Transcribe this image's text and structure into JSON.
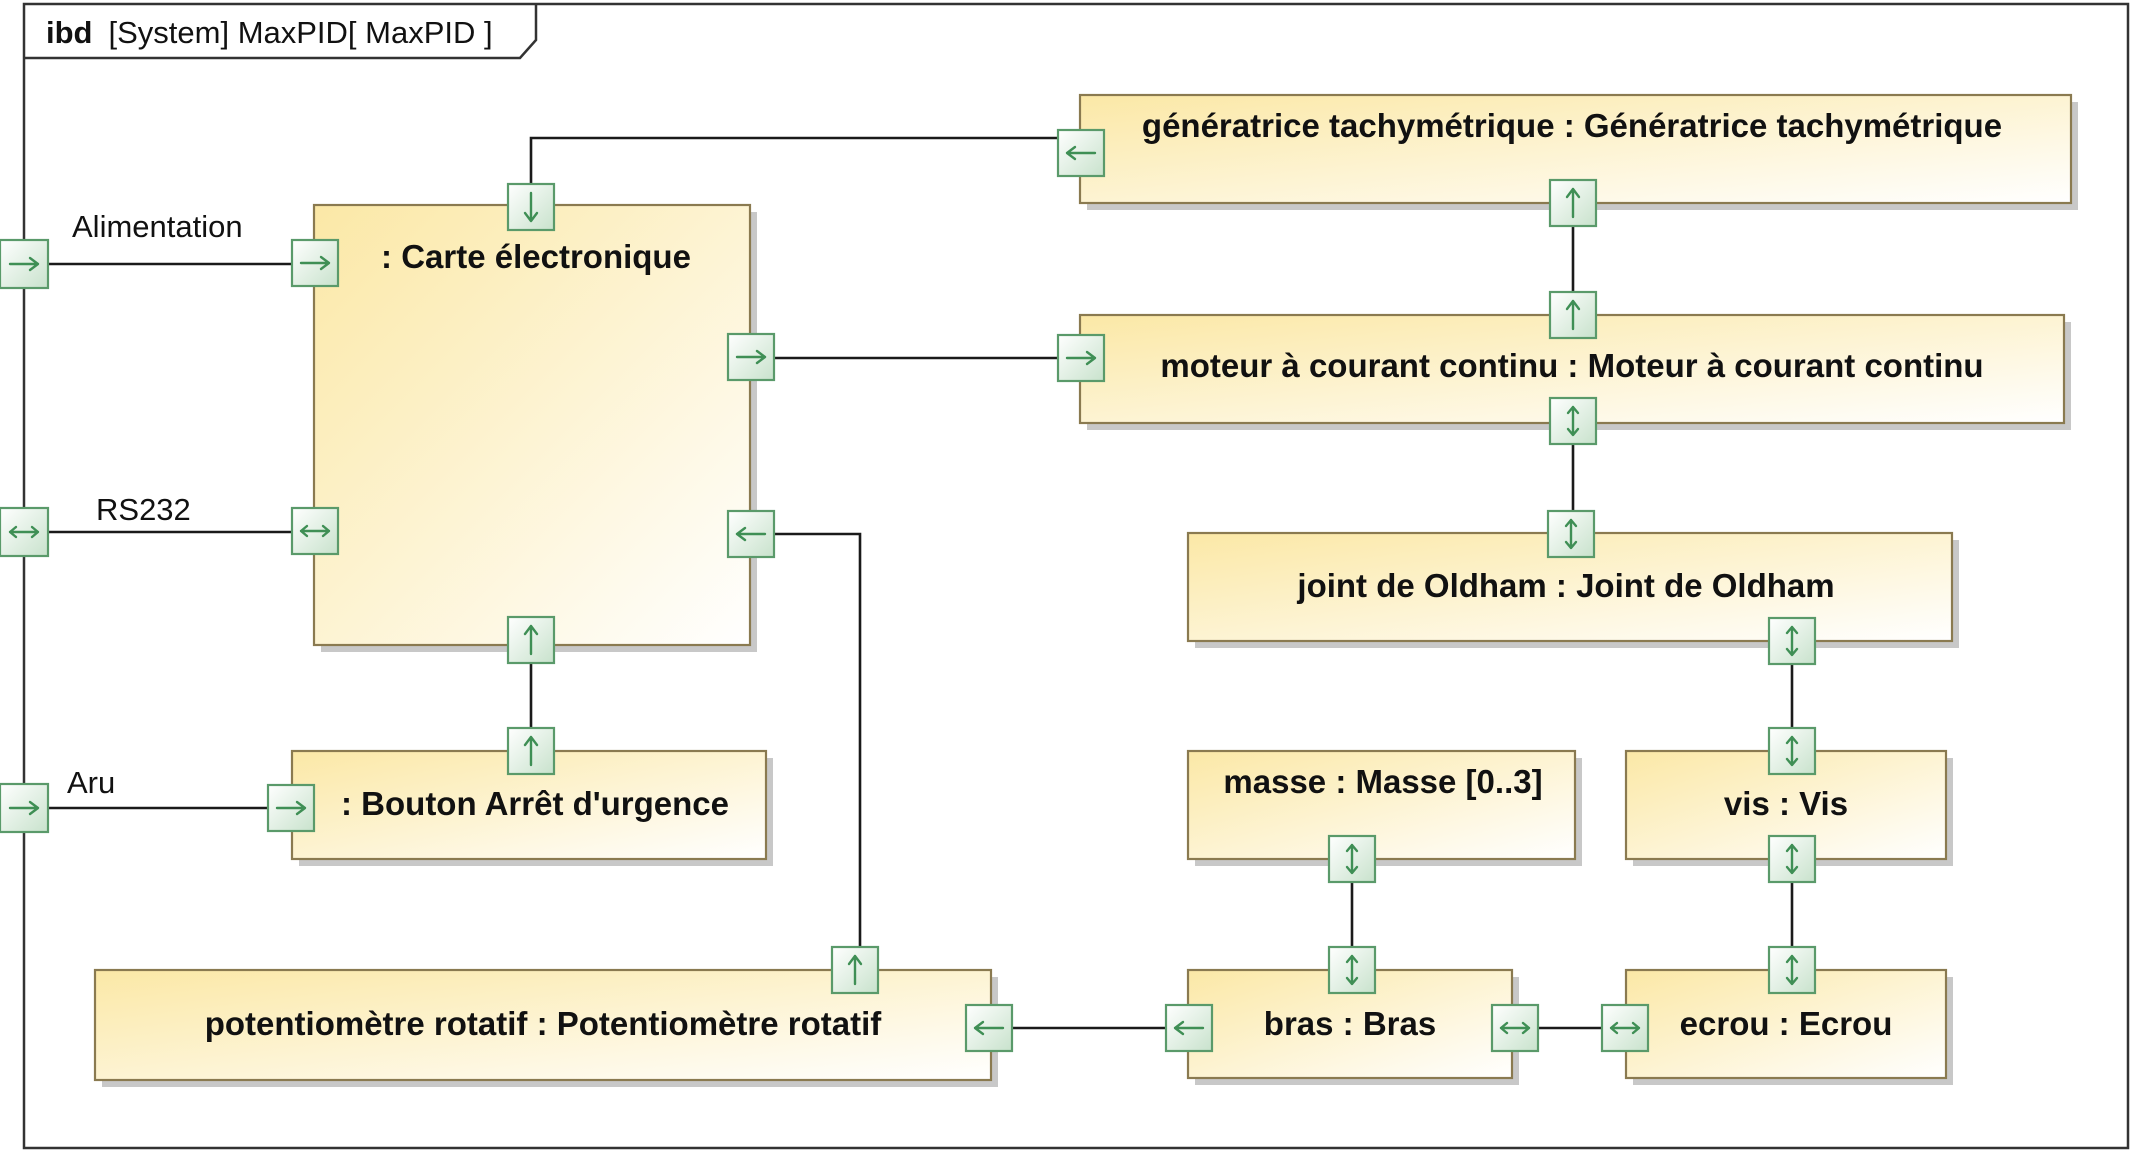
{
  "frame": {
    "keyword": "ibd",
    "title": "[System] MaxPID[ MaxPID ]"
  },
  "external_flows": {
    "alimentation": "Alimentation",
    "rs232": "RS232",
    "aru": "Aru"
  },
  "parts": {
    "carte": ": Carte électronique",
    "generatrice": "génératrice tachymétrique : Génératrice tachymétrique",
    "moteur": "moteur à courant continu : Moteur à courant continu",
    "joint": "joint de Oldham : Joint de Oldham",
    "bouton": ": Bouton Arrêt d'urgence",
    "masse": "masse : Masse [0..3]",
    "vis": "vis : Vis",
    "potentiometre": "potentiomètre rotatif : Potentiomètre rotatif",
    "bras": "bras : Bras",
    "ecrou": "ecrou : Ecrou"
  },
  "colors": {
    "part_fill_start": "#fbe8a6",
    "part_fill_end": "#ffffff",
    "part_border": "#8a7a50",
    "port_border": "#5a9a6a",
    "port_arrow": "#3f8f55",
    "connector": "#1a1a1a",
    "frame_border": "#333333"
  }
}
